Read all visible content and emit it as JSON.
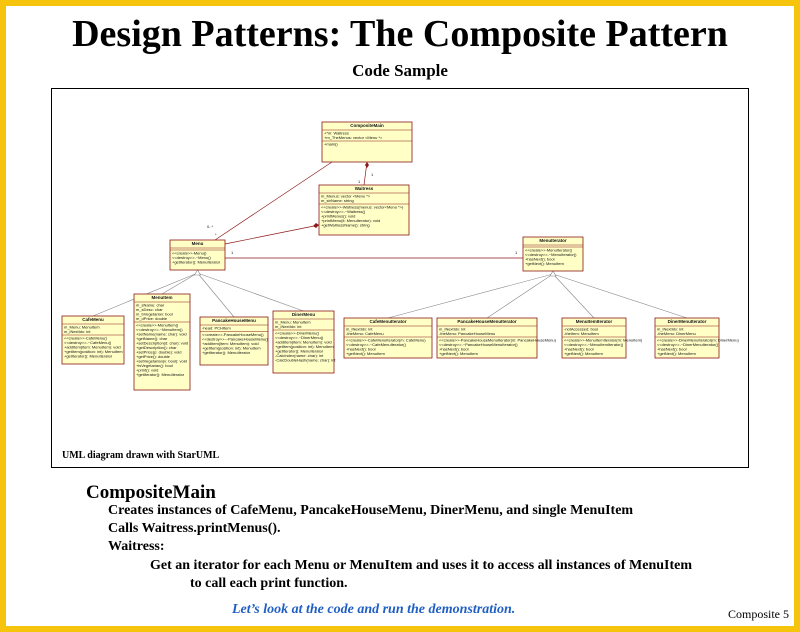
{
  "slide": {
    "title": "Design Patterns: The Composite Pattern",
    "subtitle": "Code Sample",
    "caption": "UML diagram drawn with StarUML",
    "heading": "CompositeMain",
    "lines": [
      "Creates instances of CafeMenu, PancakeHouseMenu, DinerMenu, and single MenuItem",
      "Calls Waitress.printMenus().",
      "Waitress:",
      "Get an iterator for each Menu or MenuItem and uses it to access all instances of MenuItem",
      "to call each print function."
    ],
    "footer_link": "Let’s look at the code and run the demonstration.",
    "slide_number": "Composite 5",
    "border_color": "#f6c40c",
    "link_color": "#1f5fc4"
  },
  "uml": {
    "classes": [
      {
        "name": "CompositeMain",
        "attrs": [
          "+*m: Waitress",
          "+m_TheMenus: vector <Menu *>"
        ],
        "ops": [
          "+main()"
        ]
      },
      {
        "name": "Waitress",
        "attrs": [
          "m_Menus: vector <Menu *>",
          "m_strName: string"
        ],
        "ops": [
          "<<create>>-Waitress(menus: vector<Menu *>)",
          "<<destroy>>-~Waitress()",
          "+printMenus(): void",
          "+printMenu(it: MenuIterator): void",
          "+getWaitressName(): string"
        ]
      },
      {
        "name": "Menu",
        "attrs": [],
        "ops": [
          "<<create>>-Menu()",
          "<<destroy>>-~Menu()",
          "+getIterator(): MenuIterator"
        ]
      },
      {
        "name": "MenuIterator",
        "attrs": [],
        "ops": [
          "<<create>>-MenuIterator()",
          "<<destroy>>-~MenuIterator()",
          "+hasNext(): bool",
          "+getNext(): MenuItem"
        ]
      },
      {
        "name": "CafeMenu",
        "attrs": [
          "m_Menu: MenuItem",
          "m_iNextIdx: int"
        ],
        "ops": [
          "<<create>>-CafeMenu()",
          "<<destroy>>-~CafeMenu()",
          "+addItem(item: MenuItem): void",
          "+getItem(position: int): MenuItem",
          "+getIterator(): MenuIterator"
        ]
      },
      {
        "name": "MenuItem",
        "attrs": [
          "m_sName: char",
          "m_sDesc: char",
          "m_bVegetarian: bool",
          "m_dPrice: double"
        ],
        "ops": [
          "<<create>>-MenuItem()",
          "<<destroy>>-~MenuItem()",
          "+setName(name: char): void",
          "+getName(): char",
          "+setDescription(d: char): void",
          "+getDescription(): char",
          "+setPrice(p: double): void",
          "+getPrice(): double",
          "+setVegetarian(v: bool): void",
          "+isVegetarian(): bool",
          "+print(): void",
          "+getIterator(): MenuIterator"
        ]
      },
      {
        "name": "PancakeHouseMenu",
        "attrs": [
          "-head: PCHItem"
        ],
        "ops": [
          "<<create>>-PancakeHouseMenu()",
          "<<destroy>>-~PancakeHouseMenu()",
          "+addItem(item: MenuItem): void",
          "+getItem(position: int): MenuItem",
          "+getIterator(): MenuIterator"
        ]
      },
      {
        "name": "DinerMenu",
        "attrs": [
          "m_Menu: MenuItem",
          "m_iNextIdx: int"
        ],
        "ops": [
          "<<create>>-DinerMenu()",
          "<<destroy>>-~DinerMenu()",
          "+addItem(item: MenuItem): void",
          "+getItem(position: int): MenuItem",
          "+getIterator(): MenuIterator",
          "-CalcIndex(name: char): int",
          "-CalcDoubleHash(name: char): int"
        ]
      },
      {
        "name": "CafeMenuIterator",
        "attrs": [
          "m_iNextIdx: int",
          "-theMenu: CafeMenu"
        ],
        "ops": [
          "<<create>>-CafeMenuIterator(m: CafeMenu)",
          "<<destroy>>-~CafeMenuIterator()",
          "+hasNext(): bool",
          "+getNext(): MenuItem"
        ]
      },
      {
        "name": "PancakeHouseMenuIterator",
        "attrs": [
          "m_iNextIdx: int",
          "-theMenu: PancakeHouseMenu"
        ],
        "ops": [
          "<<create>>-PancakeHouseMenuIterator(m: PancakeHouseMenu)",
          "<<destroy>>-~PancakeHouseMenuIterator()",
          "+hasNext(): bool",
          "+getNext(): MenuItem"
        ]
      },
      {
        "name": "MenuItemIterator",
        "attrs": [
          "-notAccessed: bool",
          "-theItem: MenuItem"
        ],
        "ops": [
          "<<create>>-MenuItemIterator(m: MenuItem)",
          "<<destroy>>-~MenuItemIterator()",
          "+hasNext(): bool",
          "+getNext(): MenuItem"
        ]
      },
      {
        "name": "DinerMenuIterator",
        "attrs": [
          "m_iNextIdx: int",
          "-theMenu: DinerMenu"
        ],
        "ops": [
          "<<create>>-DinerMenuIterator(m: DinerMenu)",
          "<<destroy>>-~DinerMenuIterator()",
          "+hasNext(): bool",
          "+getNext(): MenuItem"
        ]
      }
    ],
    "multiplicities": [
      "1",
      "1",
      "0..*",
      "*",
      "1",
      "1"
    ]
  }
}
